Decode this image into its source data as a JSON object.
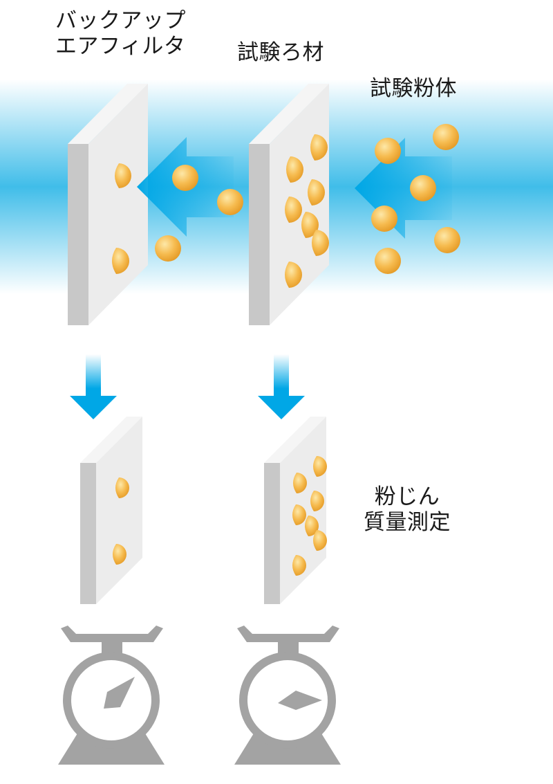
{
  "labels": {
    "backup_filter_line1": "バックアップ",
    "backup_filter_line2": "エアフィルタ",
    "test_media": "試験ろ材",
    "test_powder": "試験粉体",
    "measure_line1": "粉じん",
    "measure_line2": "質量測定"
  },
  "colors": {
    "airflow_blue": "#00a7e6",
    "particle_orange": "#f2a431",
    "particle_highlight": "#fde8a8",
    "panel_face": "#efefef",
    "panel_edge": "#c8c8c8",
    "scale_gray": "#a3a3a3"
  },
  "icons": {
    "flow_arrow": "arrow-left-icon",
    "down_arrow": "arrow-down-icon",
    "scale": "weighing-scale-icon"
  }
}
